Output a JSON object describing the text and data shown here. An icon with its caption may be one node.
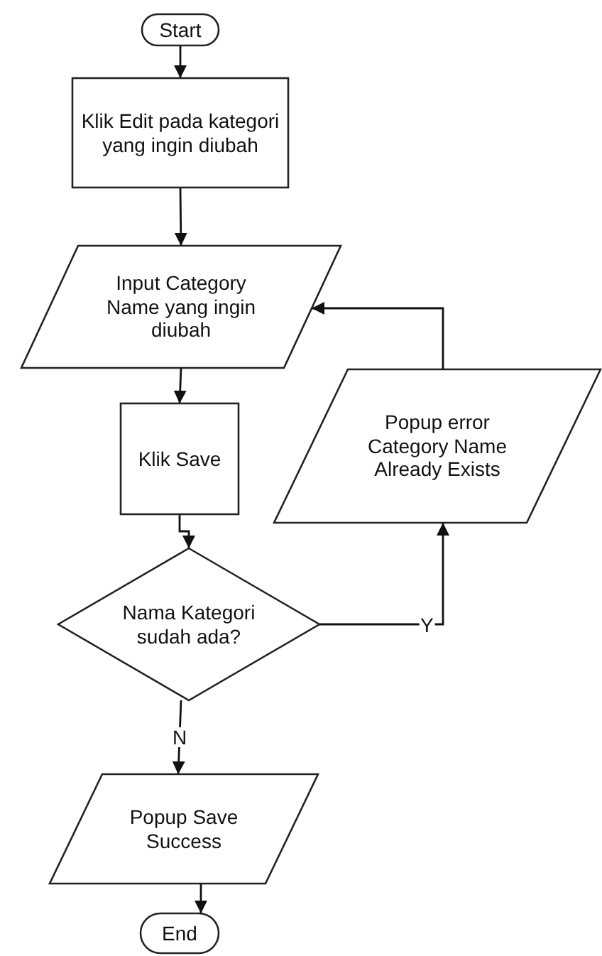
{
  "diagram": {
    "nodes": [
      {
        "text": [
          "Start"
        ]
      },
      {
        "text": [
          "Klik Edit pada kategori yang ingin diubah"
        ]
      },
      {
        "text": [
          "Input Category Name yang ingin diubah"
        ]
      },
      {
        "text": [
          "Klik Save"
        ]
      },
      {
        "text": [
          "Nama Kategori sudah ada?"
        ]
      },
      {
        "text": [
          "Popup error Category Name Already Exists"
        ]
      },
      {
        "text": [
          "Popup Save Success"
        ]
      },
      {
        "text": [
          "End"
        ]
      }
    ],
    "edges": [
      {
        "from": 0,
        "to": 1,
        "arrow": "to"
      },
      {
        "from": 1,
        "to": 2,
        "arrow": "to"
      },
      {
        "from": 2,
        "to": 3,
        "arrow": "to"
      },
      {
        "from": 3,
        "to": 4,
        "arrow": "to"
      },
      {
        "from": 4,
        "to": 5,
        "arrow": "to",
        "label": "Y"
      },
      {
        "from": 5,
        "to": 2,
        "arrow": "to"
      },
      {
        "from": 4,
        "to": 6,
        "arrow": "to",
        "label": "N"
      },
      {
        "from": 6,
        "to": 7,
        "arrow": "to"
      }
    ]
  }
}
